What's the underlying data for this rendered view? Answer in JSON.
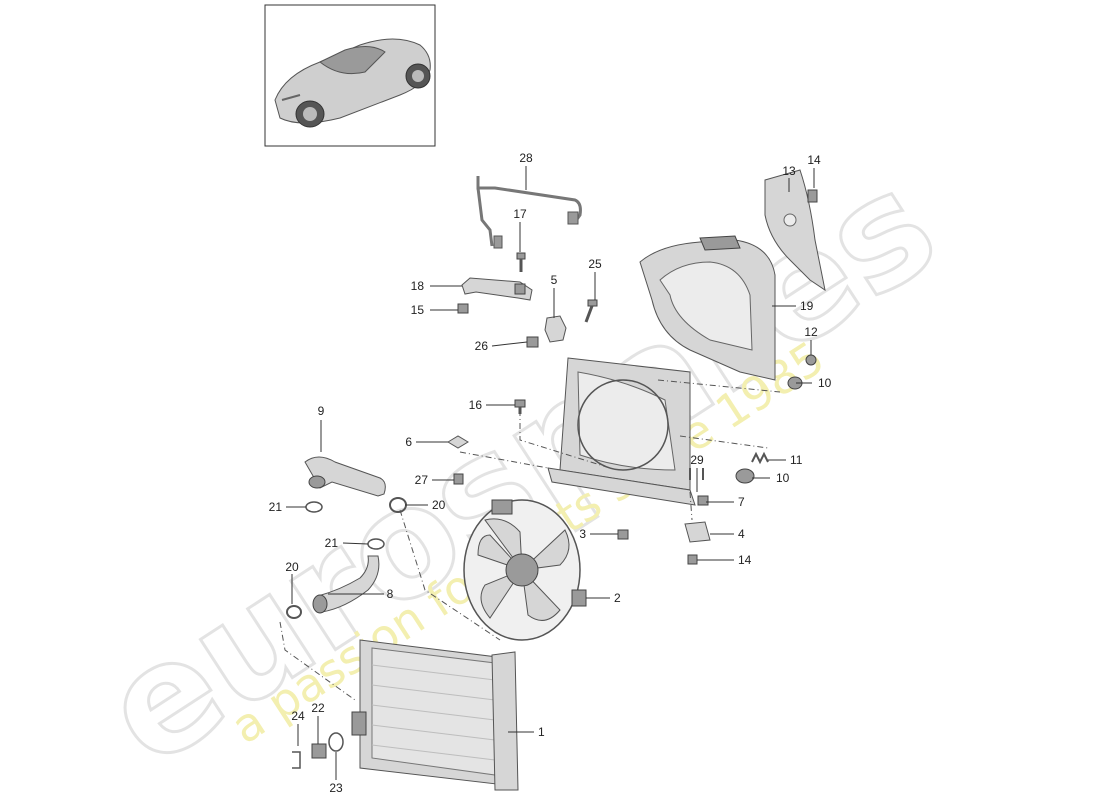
{
  "watermark": {
    "brand": "eurospares",
    "tagline": "a passion for parts since 1985"
  },
  "callouts": {
    "p1": "1",
    "p2": "2",
    "p3": "3",
    "p4": "4",
    "p5": "5",
    "p6": "6",
    "p7": "7",
    "p8": "8",
    "p9": "9",
    "p10a": "10",
    "p10b": "10",
    "p11": "11",
    "p12": "12",
    "p13": "13",
    "p14a": "14",
    "p14b": "14",
    "p15": "15",
    "p16": "16",
    "p17": "17",
    "p18": "18",
    "p19": "19",
    "p20a": "20",
    "p20b": "20",
    "p21a": "21",
    "p21b": "21",
    "p22": "22",
    "p23": "23",
    "p24": "24",
    "p25": "25",
    "p26": "26",
    "p27": "27",
    "p28": "28",
    "p29": "29"
  }
}
